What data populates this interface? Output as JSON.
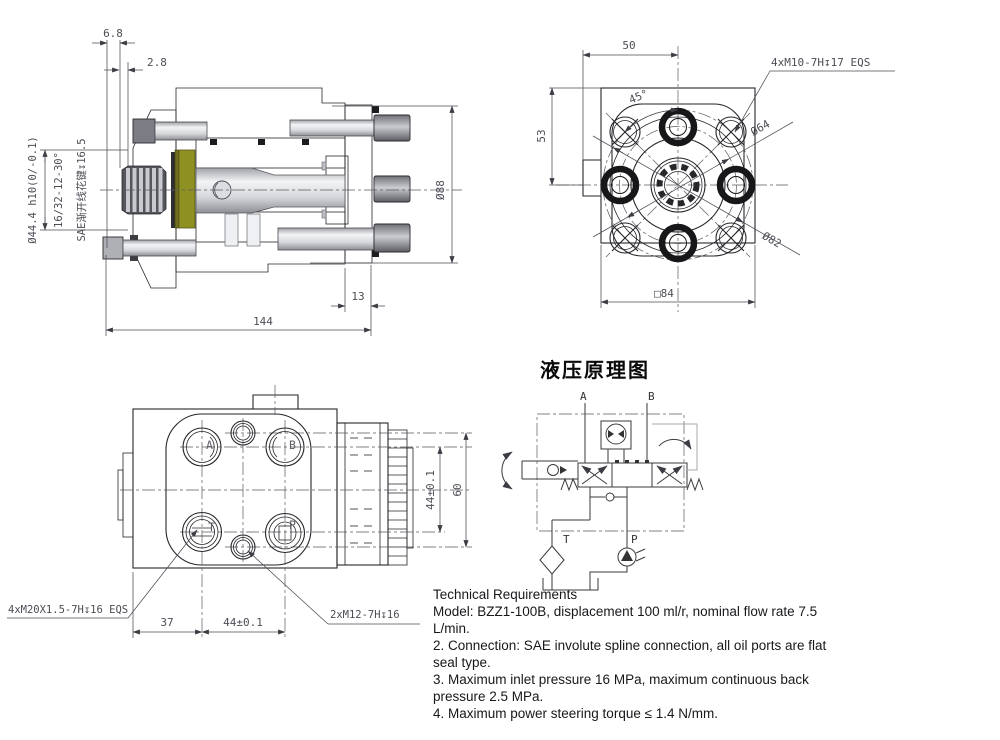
{
  "section_view": {
    "dim_6_8": "6.8",
    "dim_2_8": "2.8",
    "dim_dia88": "Ø88",
    "dim_13": "13",
    "dim_144": "144",
    "label_shaft_dia": "Ø44.4 h10(0/-0.1)",
    "label_spline_spec": "16/32-12-30°",
    "label_spline_type": "SAE渐开线花键↧16.5"
  },
  "front_view": {
    "dim_50": "50",
    "dim_53": "53",
    "dim_45": "45°",
    "dim_dia64": "Ø64",
    "dim_dia82": "Ø82",
    "dim_sq84": "□84",
    "label_bolt_holes": "4xM10-7H↧17 EQS"
  },
  "bottom_view": {
    "port_a": "A",
    "port_b": "B",
    "port_t": "T",
    "port_p": "P",
    "dim_37": "37",
    "dim_44_horizontal": "44±0.1",
    "dim_44_vertical": "44±0.1",
    "dim_60": "60",
    "label_port_holes": "4xM20X1.5-7H↧16 EQS",
    "label_center_holes": "2xM12-7H↧16"
  },
  "schematic": {
    "title": "液压原理图",
    "port_a": "A",
    "port_b": "B",
    "port_t": "T",
    "port_p": "P"
  },
  "tech_requirements": {
    "lines": [
      "Technical Requirements",
      "Model: BZZ1-100B, displacement 100 ml/r, nominal flow rate 7.5",
      "L/min.",
      "2. Connection: SAE involute spline connection, all oil ports are flat",
      "seal type.",
      "3. Maximum inlet pressure 16 MPa, maximum continuous back",
      "pressure 2.5 MPa.",
      "4. Maximum power steering torque ≤ 1.4 N/mm."
    ]
  },
  "colors": {
    "housing_blue": "#8d93a9",
    "housing_hatch": "#4a5067",
    "cover_gray": "#bcbdc3",
    "cover_hatch": "#7c7d85",
    "seal_disc_yellow": "#8f9022",
    "line": "#26262b",
    "dimension": "#4c4d55"
  }
}
